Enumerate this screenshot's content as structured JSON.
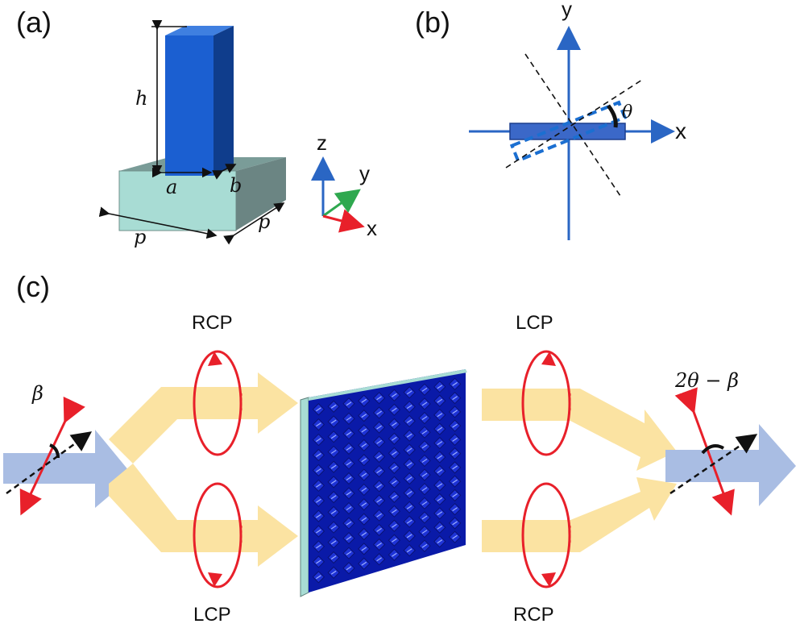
{
  "panels": {
    "a": {
      "label": "(a)",
      "height_label": "h",
      "width_label": "a",
      "depth_label": "b",
      "period_label_1": "p",
      "period_label_2": "p",
      "axes": {
        "z": "z",
        "y": "y",
        "x": "x"
      }
    },
    "b": {
      "label": "(b)",
      "axis_y": "y",
      "axis_x": "x",
      "angle_label": "θ"
    },
    "c": {
      "label": "(c)",
      "input_angle": "β",
      "output_angle": "2θ − β",
      "top_in": "RCP",
      "bottom_in": "LCP",
      "top_out": "LCP",
      "bottom_out": "RCP"
    }
  },
  "colors": {
    "pillar": "#1b5fd1",
    "pillar_side": "#0f3d8c",
    "substrate": "#a8dcd4",
    "beam_yellow": "#fbe3a2",
    "beam_blue": "#a9bde3",
    "polarization": "#e8202a",
    "axis_blue": "#2a66c4",
    "metasurface": "#0f1e9c"
  }
}
